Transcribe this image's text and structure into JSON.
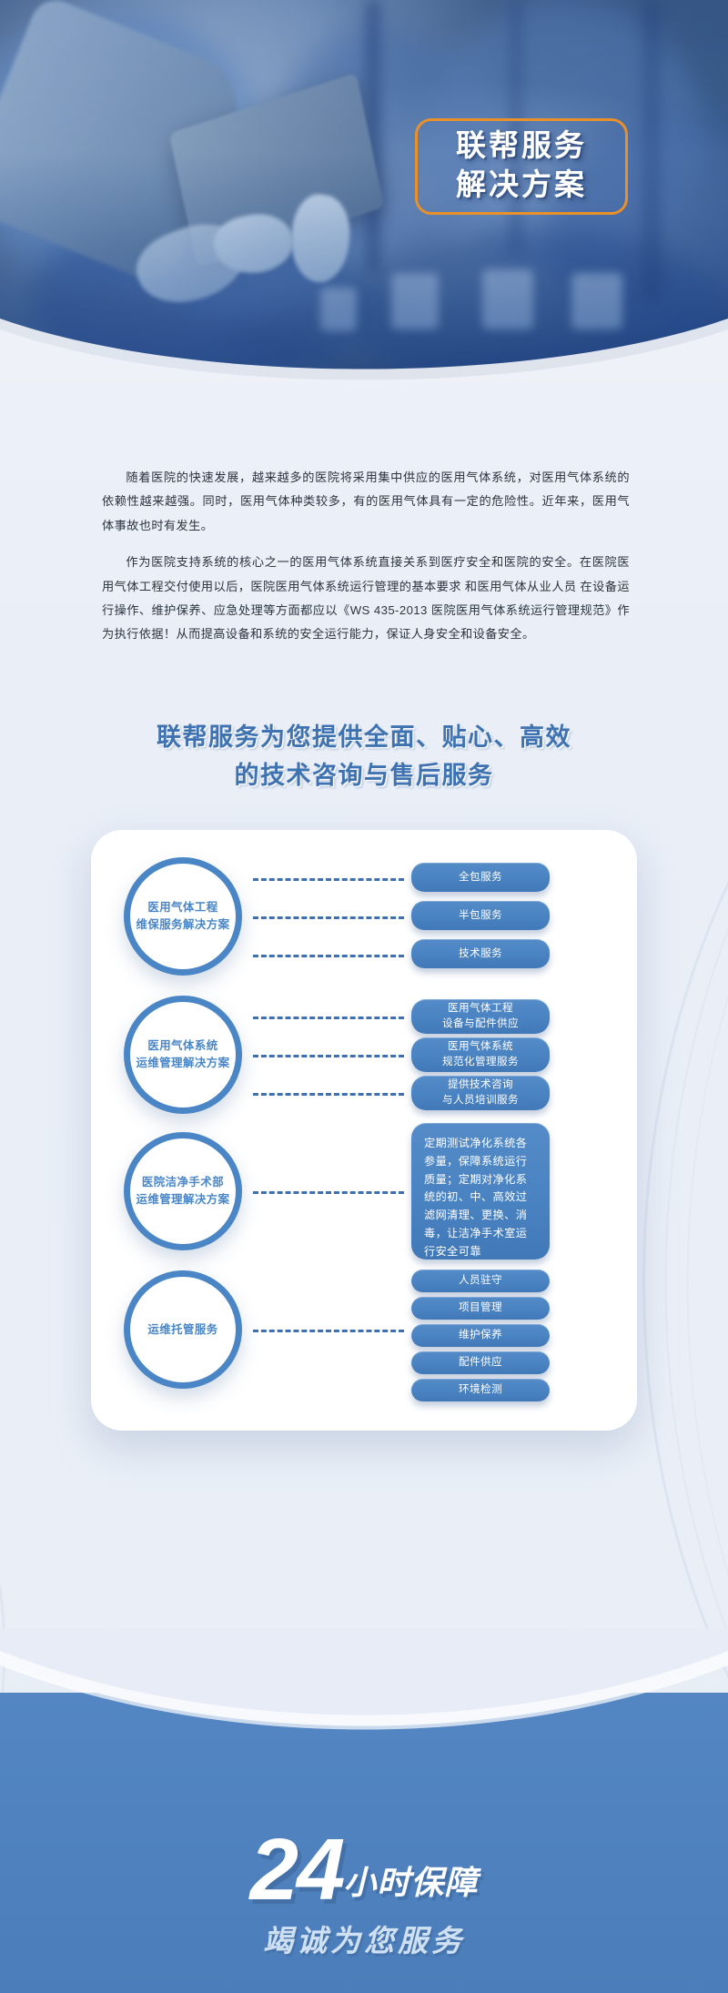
{
  "hero": {
    "title_lines": [
      "联帮服务",
      "解决方案"
    ],
    "badge_border_color": "#e8912a"
  },
  "intro": {
    "paragraph1": "随着医院的快速发展，越来越多的医院将采用集中供应的医用气体系统，对医用气体系统的依赖性越来越强。同时，医用气体种类较多，有的医用气体具有一定的危险性。近年来，医用气体事故也时有发生。",
    "paragraph2": "作为医院支持系统的核心之一的医用气体系统直接关系到医疗安全和医院的安全。在医院医用气体工程交付使用以后，医院医用气体系统运行管理的基本要求 和医用气体从业人员 在设备运行操作、维护保养、应急处理等方面都应以《WS 435-2013 医院医用气体系统运行管理规范》作为执行依据！从而提高设备和系统的安全运行能力，保证人身安全和设备安全。"
  },
  "section_heading": {
    "line1": "联帮服务为您提供全面、贴心、高效",
    "line2": "的技术咨询与售后服务",
    "color": "#3f72b0"
  },
  "diagram": {
    "accent_color": "#4a86c6",
    "groups": [
      {
        "circle": {
          "line1": "医用气体工程",
          "line2": "维保服务解决方案"
        },
        "items": [
          {
            "text": "全包服务"
          },
          {
            "text": "半包服务"
          },
          {
            "text": "技术服务"
          }
        ]
      },
      {
        "circle": {
          "line1": "医用气体系统",
          "line2": "运维管理解决方案"
        },
        "items": [
          {
            "line1": "医用气体工程",
            "line2": "设备与配件供应"
          },
          {
            "line1": "医用气体系统",
            "line2": "规范化管理服务"
          },
          {
            "line1": "提供技术咨询",
            "line2": "与人员培训服务"
          }
        ]
      },
      {
        "circle": {
          "line1": "医院洁净手术部",
          "line2": "运维管理解决方案"
        },
        "items": [
          {
            "text": "定期测试净化系统各参量，保障系统运行质量；定期对净化系统的初、中、高效过滤网清理、更换、消毒，让洁净手术室运行安全可靠"
          }
        ]
      },
      {
        "circle": {
          "line1": "运维托管服务",
          "line2": ""
        },
        "items": [
          {
            "text": "人员驻守"
          },
          {
            "text": "项目管理"
          },
          {
            "text": "维护保养"
          },
          {
            "text": "配件供应"
          },
          {
            "text": "环境检测"
          }
        ]
      }
    ]
  },
  "footer": {
    "number": "24",
    "number_suffix": "小时保障",
    "slogan": "竭诚为您服务",
    "background_color": "#4f82bf"
  }
}
